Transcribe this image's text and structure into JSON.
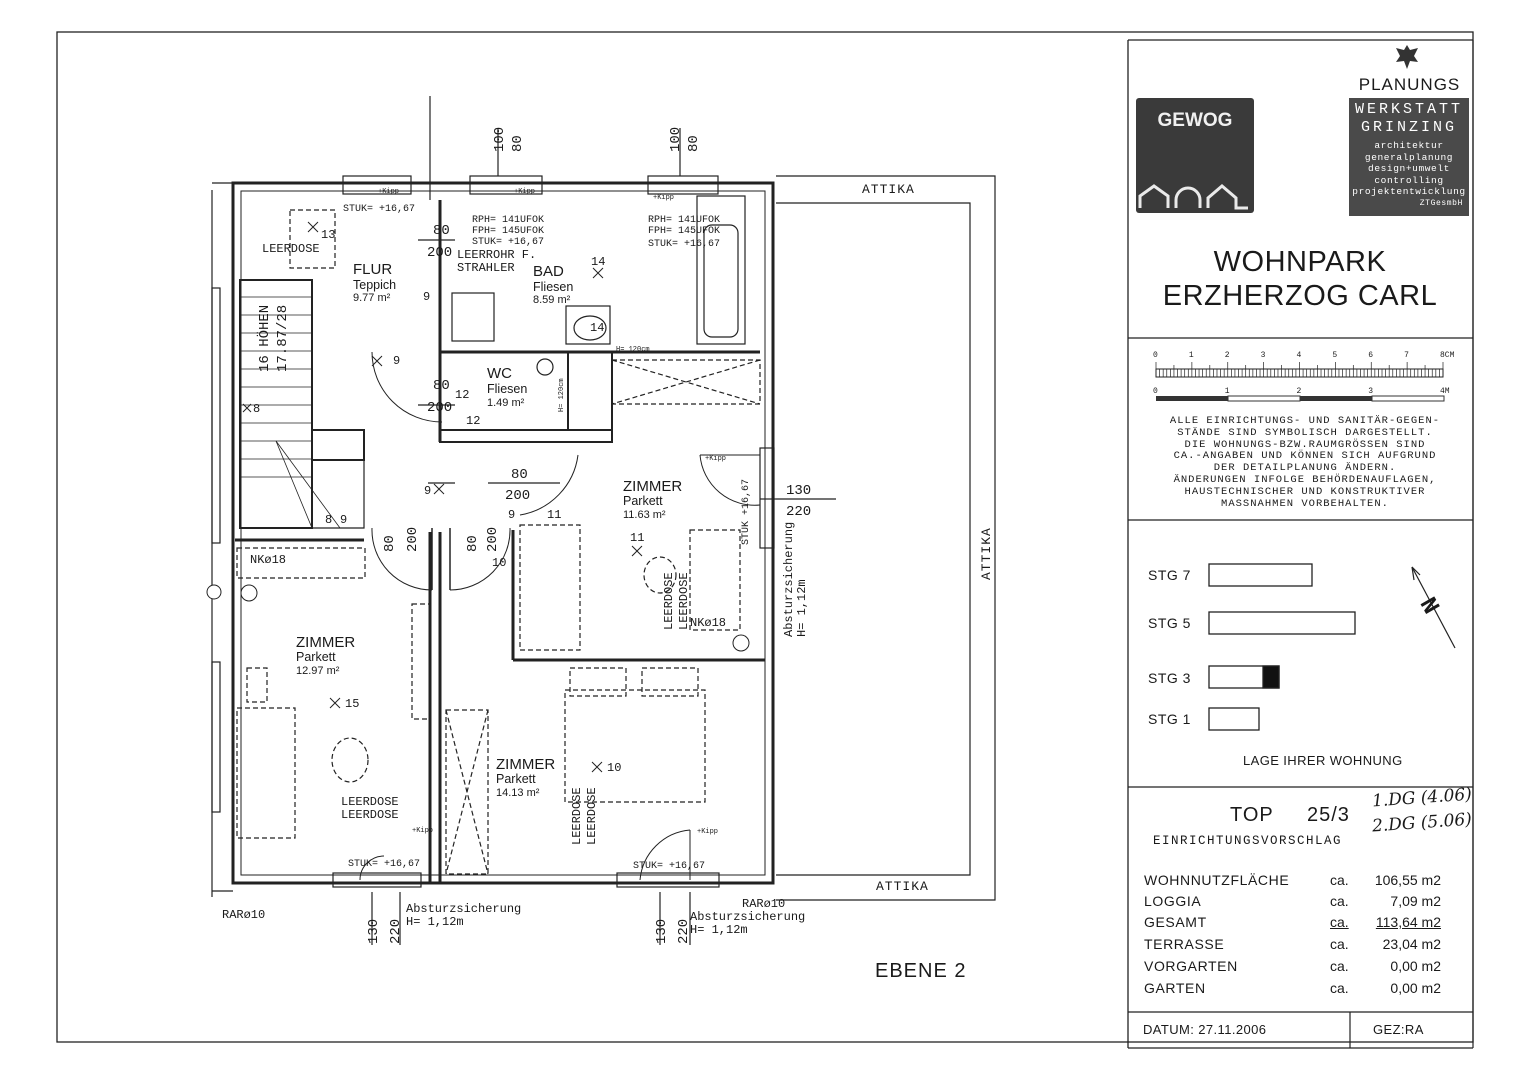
{
  "title_block": {
    "logo_gewog": "GEWOG",
    "logo_planungs": {
      "top": "PLANUNGS",
      "line1": "WERKSTATT",
      "line2": "GRINZING",
      "lines": [
        "architektur",
        "generalplanung",
        "design+umwelt",
        "controlling",
        "projektentwicklung"
      ],
      "suffix": "ZTGesmbH"
    },
    "project_title_1": "WOHNPARK",
    "project_title_2": "ERZHERZOG CARL",
    "scale_cm_ticks": [
      "0",
      "1",
      "2",
      "3",
      "4",
      "5",
      "6",
      "7",
      "8CM"
    ],
    "scale_m_ticks": [
      "0",
      "1",
      "2",
      "3",
      "4M"
    ],
    "disclaimer": [
      "ALLE EINRICHTUNGS- UND SANITÄR-GEGEN-",
      "STÄNDE SIND SYMBOLISCH DARGESTELLT.",
      "DIE WOHNUNGS-BZW.RAUMGRÖSSEN SIND",
      "CA.-ANGABEN UND KÖNNEN SICH AUFGRUND",
      "DER DETAILPLANUNG ÄNDERN.",
      "ÄNDERUNGEN INFOLGE BEHÖRDENAUFLAGEN,",
      "HAUSTECHNISCHER UND KONSTRUKTIVER",
      "MASSNAHMEN VORBEHALTEN."
    ],
    "stairs": [
      {
        "label": "STG 7",
        "highlight": false
      },
      {
        "label": "STG 5",
        "highlight": false
      },
      {
        "label": "STG 3",
        "highlight": true
      },
      {
        "label": "STG 1",
        "highlight": false
      }
    ],
    "location_caption": "LAGE IHRER WOHNUNG",
    "top_label": "TOP",
    "top_number": "25/3",
    "hand_note_1": "1.DG (4.06)",
    "hand_note_2": "2.DG (5.06)",
    "subtitle": "EINRICHTUNGSVORSCHLAG",
    "areas": [
      {
        "label": "WOHNNUTZFLÄCHE",
        "ca": "ca.",
        "value": "106,55 m2",
        "underline": false
      },
      {
        "label": "LOGGIA",
        "ca": "ca.",
        "value": "7,09 m2",
        "underline": false
      },
      {
        "label": "GESAMT",
        "ca": "ca.",
        "value": "113,64 m2",
        "underline": true
      },
      {
        "label": "TERRASSE",
        "ca": "ca.",
        "value": "23,04 m2",
        "underline": false
      },
      {
        "label": "VORGARTEN",
        "ca": "ca.",
        "value": "0,00 m2",
        "underline": false
      },
      {
        "label": "GARTEN",
        "ca": "ca.",
        "value": "0,00 m2",
        "underline": false
      }
    ],
    "datum": "DATUM: 27.11.2006",
    "gez": "GEZ:RA",
    "north_symbol": "N"
  },
  "plan": {
    "level_label": "EBENE 2",
    "attika": "ATTIKA",
    "rooms": [
      {
        "name": "FLUR",
        "finish": "Teppich",
        "area": "9.77 m²"
      },
      {
        "name": "BAD",
        "finish": "Fliesen",
        "area": "8.59 m²"
      },
      {
        "name": "WC",
        "finish": "Fliesen",
        "area": "1.49 m²"
      },
      {
        "name": "ZIMMER",
        "finish": "Parkett",
        "area": "11.63 m²"
      },
      {
        "name": "ZIMMER",
        "finish": "Parkett",
        "area": "12.97 m²"
      },
      {
        "name": "ZIMMER",
        "finish": "Parkett",
        "area": "14.13 m²"
      }
    ],
    "notes": {
      "stuk": "STUK= +16,67",
      "rph": "RPH= 141UFOK",
      "fph": "FPH= 145UFOK",
      "stuk2": "STUK= +16,67",
      "leerrohr": "LEERROHR F.",
      "strahler": "STRAHLER",
      "leerdose": "LEERDOSE",
      "kipp": "+Kipp",
      "h120": "H= 120cm",
      "nk18": "NKø18",
      "nk18b": "NKø18",
      "absturz": "Absturzsicherung",
      "absturz_h": "H= 1,12m",
      "rar": "RARø10",
      "hoehen": "16 HÖHEN",
      "stairs_dim": "17.87/28",
      "stuk_v": "STUK +16,67"
    },
    "dims": {
      "d100": "100",
      "d80": "80",
      "d200": "200",
      "d130": "130",
      "d220": "220"
    },
    "marks": [
      "13",
      "14",
      "14",
      "9",
      "12",
      "12",
      "9",
      "8",
      "9",
      "8",
      "9",
      "11",
      "11",
      "15",
      "10",
      "10",
      "9"
    ]
  }
}
